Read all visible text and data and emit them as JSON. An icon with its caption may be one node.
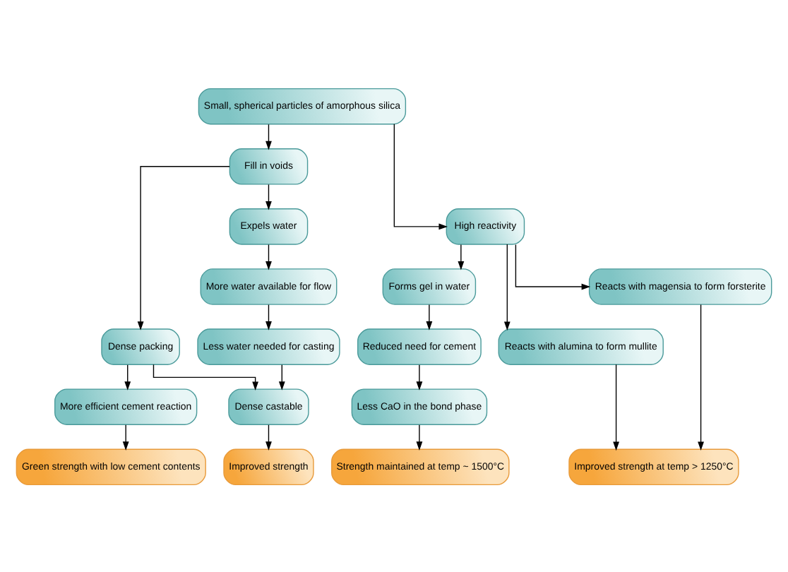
{
  "diagram": {
    "nodes": [
      {
        "text": [
          "Small, spherical particles of amorphous silica"
        ]
      },
      {
        "text": [
          "Fill in voids"
        ]
      },
      {
        "text": [
          "High reactivity"
        ]
      },
      {
        "text": [
          "Dense packing"
        ]
      },
      {
        "text": [
          "Expels water"
        ]
      },
      {
        "text": [
          "Forms gel in water"
        ]
      },
      {
        "text": [
          "Reacts with alumina to form mullite"
        ]
      },
      {
        "text": [
          "Reacts with magensia to form forsterite"
        ]
      },
      {
        "text": [
          "More efficient cement reaction"
        ]
      },
      {
        "text": [
          "More water available for flow"
        ]
      },
      {
        "text": [
          "Reduced need for cement"
        ]
      },
      {
        "text": [
          "Less water needed for casting"
        ]
      },
      {
        "text": [
          "Less CaO in the bond phase"
        ]
      },
      {
        "text": [
          "Dense castable"
        ]
      },
      {
        "text": [
          "Green strength with low cement contents"
        ]
      },
      {
        "text": [
          "Improved strength"
        ]
      },
      {
        "text": [
          "Strength maintained at temp ~ 1500°C"
        ]
      },
      {
        "text": [
          "Improved strength at temp > 1250°C"
        ]
      }
    ],
    "edges": [
      {
        "from": 0,
        "to": 1,
        "arrow": "to"
      },
      {
        "from": 0,
        "to": 2,
        "arrow": "to"
      },
      {
        "from": 1,
        "to": 3,
        "arrow": "to"
      },
      {
        "from": 1,
        "to": 4,
        "arrow": "to"
      },
      {
        "from": 2,
        "to": 5,
        "arrow": "to"
      },
      {
        "from": 2,
        "to": 6,
        "arrow": "to"
      },
      {
        "from": 2,
        "to": 7,
        "arrow": "to"
      },
      {
        "from": 3,
        "to": 8,
        "arrow": "to"
      },
      {
        "from": 3,
        "to": 13,
        "arrow": "to"
      },
      {
        "from": 4,
        "to": 9,
        "arrow": "to"
      },
      {
        "from": 9,
        "to": 11,
        "arrow": "to"
      },
      {
        "from": 11,
        "to": 13,
        "arrow": "to"
      },
      {
        "from": 5,
        "to": 10,
        "arrow": "to"
      },
      {
        "from": 10,
        "to": 12,
        "arrow": "to"
      },
      {
        "from": 8,
        "to": 14,
        "arrow": "to"
      },
      {
        "from": 13,
        "to": 15,
        "arrow": "to"
      },
      {
        "from": 12,
        "to": 16,
        "arrow": "to"
      },
      {
        "from": 6,
        "to": 17,
        "arrow": "to"
      },
      {
        "from": 7,
        "to": 17,
        "arrow": "to"
      }
    ]
  }
}
